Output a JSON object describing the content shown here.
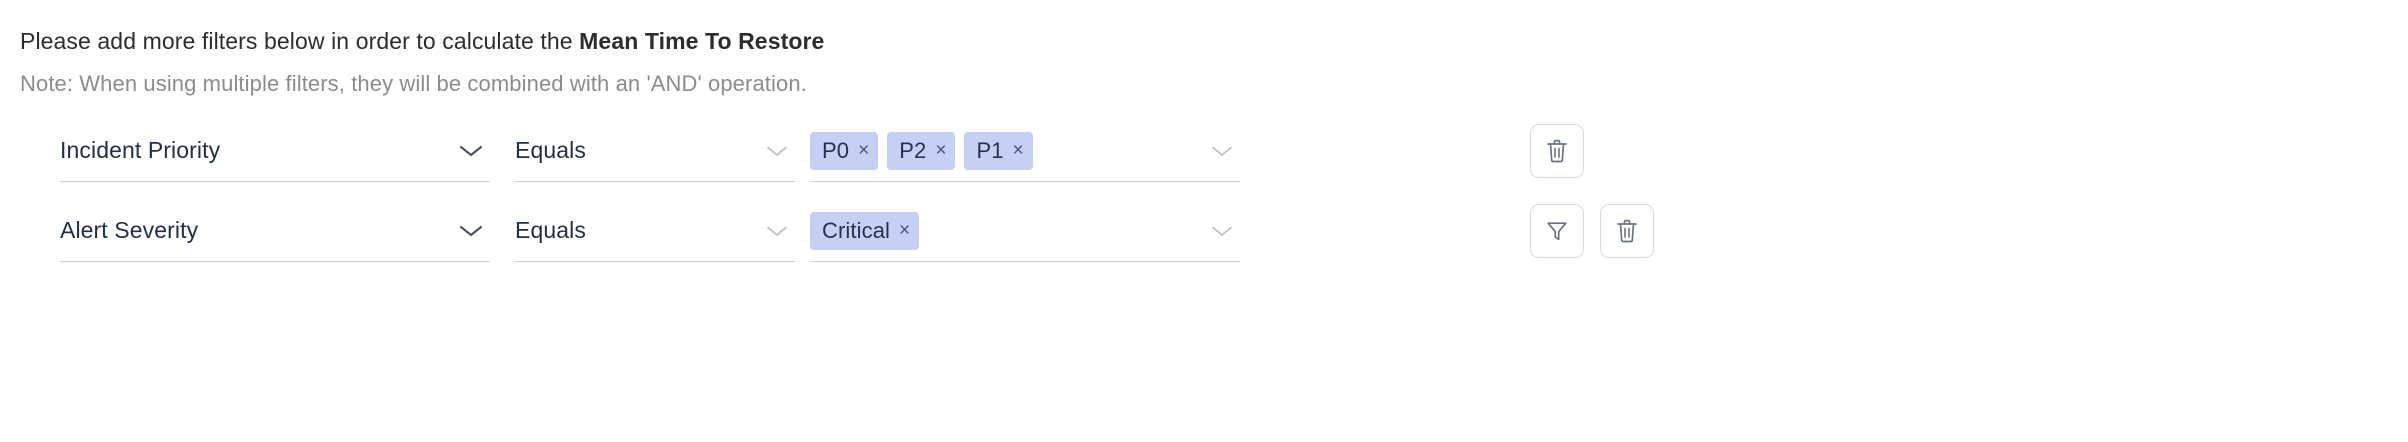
{
  "header": {
    "instruction_prefix": "Please add more filters below in order to calculate the ",
    "instruction_metric": "Mean Time To Restore",
    "note": "Note: When using multiple filters, they will be combined with an 'AND' operation."
  },
  "colors": {
    "chip_bg": "#c6cff4",
    "chip_text": "#26334f",
    "field_text": "#242f45",
    "note_text": "#8c8c8c",
    "underline": "#c9ccd4",
    "button_border": "#d8dae0"
  },
  "filters": [
    {
      "attribute": "Incident Priority",
      "operator": "Equals",
      "values": [
        "P0",
        "P2",
        "P1"
      ],
      "remove_label": "×",
      "actions": [
        "delete-icon"
      ]
    },
    {
      "attribute": "Alert Severity",
      "operator": "Equals",
      "values": [
        "Critical"
      ],
      "remove_label": "×",
      "actions": [
        "filter-icon",
        "delete-icon"
      ]
    }
  ]
}
